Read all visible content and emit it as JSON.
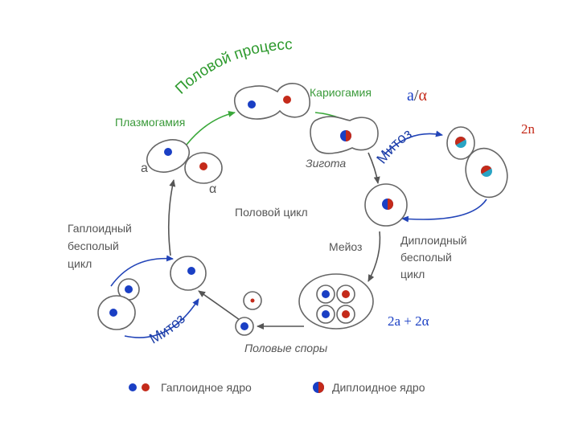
{
  "labels": {
    "sexual_process": "Половой процесс",
    "plasmogamy": "Плазмогамия",
    "karyogamy": "Кариогамия",
    "zygote": "Зигота",
    "mitosis_top": "Митоз",
    "mitosis_bottom": "Митоз",
    "sexual_cycle": "Половой цикл",
    "meiosis": "Мейоз",
    "diploid_asexual_1": "Диплоидный",
    "diploid_asexual_2": "бесполый",
    "diploid_asexual_3": "цикл",
    "haploid_asexual_1": "Гаплоидный",
    "haploid_asexual_2": "бесполый",
    "haploid_asexual_3": "цикл",
    "sexual_spores": "Половые споры",
    "mating_a": "а",
    "mating_alpha": "α"
  },
  "annotations": {
    "a_slash_alpha_a": "a",
    "a_slash_alpha_slash": "/",
    "a_slash_alpha_alpha": "α",
    "two_n": "2n",
    "spores_count": "2a + 2α"
  },
  "legend": {
    "haploid": "Гаплоидное ядро",
    "diploid": "Диплоидное ядро"
  },
  "colors": {
    "haploid_a": "#1a3fc4",
    "haploid_alpha": "#c42a1a",
    "diploid_cyan": "#2aa4c4",
    "green_arrow": "#3aa83a",
    "blue_arrow": "#2244b8",
    "grey_arrow": "#555555"
  }
}
